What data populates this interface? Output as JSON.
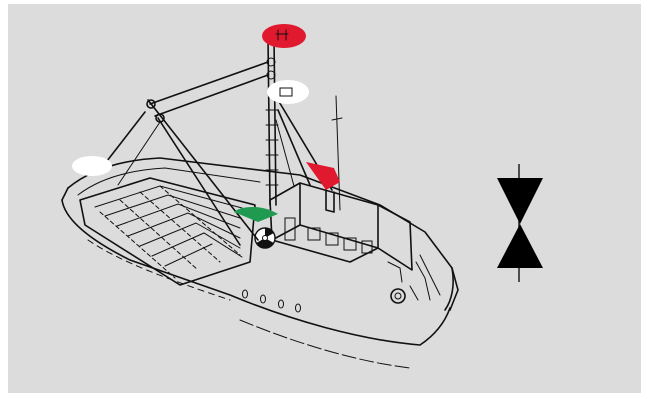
{
  "colors": {
    "background_panel": "#dcdcdc",
    "ink": "#111111",
    "light_red": "#e0192e",
    "light_white": "#ffffff",
    "light_green": "#1f9a50",
    "day_shape": "#000000"
  },
  "figure": {
    "vessel": "fishing-trawler-illustration",
    "lights": [
      {
        "name": "masthead-light",
        "color": "red"
      },
      {
        "name": "masthead-light",
        "color": "white"
      },
      {
        "name": "stern-light",
        "color": "white"
      },
      {
        "name": "port-sidelight",
        "color": "red"
      },
      {
        "name": "starboard-sidelight",
        "color": "green"
      }
    ],
    "day_shape": "two-cones-points-together"
  },
  "mast_label_text": ""
}
